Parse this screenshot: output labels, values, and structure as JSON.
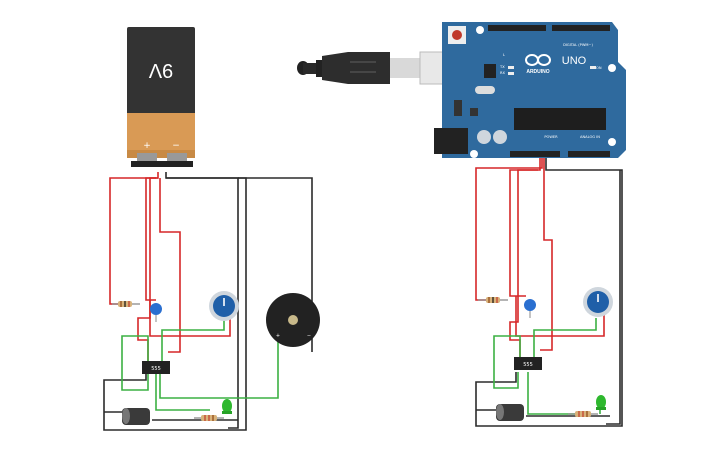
{
  "battery": {
    "voltage_label": "9V",
    "positive_symbol": "+",
    "negative_symbol": "−"
  },
  "arduino": {
    "brand": "ARDUINO",
    "model": "UNO",
    "digital_header_label": "DIGITAL (PWM~)",
    "power_label": "POWER",
    "analog_label": "ANALOG IN",
    "tx_label": "TX",
    "rx_label": "RX",
    "l_label": "L",
    "on_label": "ON"
  },
  "timer_chip_left": {
    "label": "555"
  },
  "timer_chip_right": {
    "label": "555"
  },
  "buzzer": {
    "positive_symbol": "+",
    "negative_symbol": "−"
  },
  "colors": {
    "wire_red": "#d62728",
    "wire_black": "#2b2b2b",
    "wire_green": "#3cb043",
    "arduino_blue": "#2f6a9e",
    "battery_copper": "#d99a55",
    "pot_blue": "#1f5fa8",
    "led_green": "#2eb82e",
    "capacitor_blue": "#2a6fd0"
  },
  "icons": [
    "battery-9v-icon",
    "usb-cable-icon",
    "arduino-uno-icon",
    "potentiometer-icon",
    "capacitor-icon",
    "led-icon",
    "resistor-icon",
    "buzzer-icon",
    "ic-555-icon"
  ]
}
